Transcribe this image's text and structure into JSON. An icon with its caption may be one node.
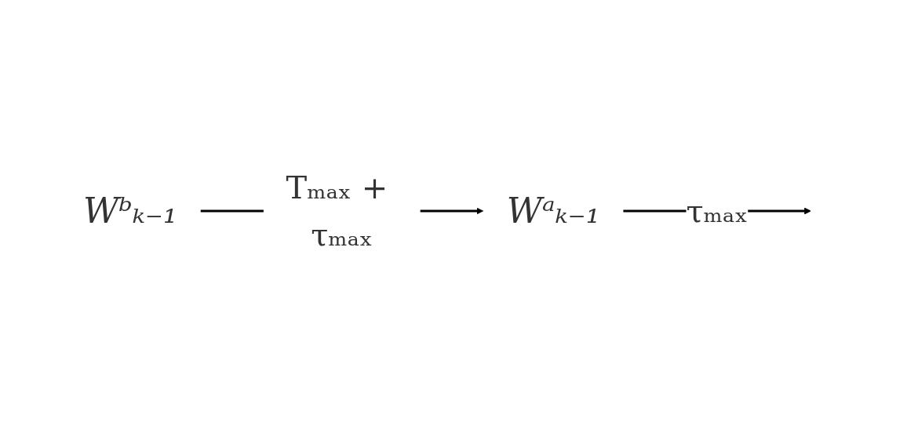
{
  "diagram": {
    "nodes": [
      {
        "text": [
          "Wᵇₖ₋₁"
        ]
      },
      {
        "text": [
          "Wᵃₖ₋₁"
        ]
      }
    ],
    "edges": [
      {
        "from": 0,
        "to": 1,
        "arrow": "to",
        "label": "Tₘₐₓ + τₘₐₓ"
      },
      {
        "from": 1,
        "to": null,
        "arrow": "to",
        "label": "τₘₐₓ"
      }
    ]
  }
}
